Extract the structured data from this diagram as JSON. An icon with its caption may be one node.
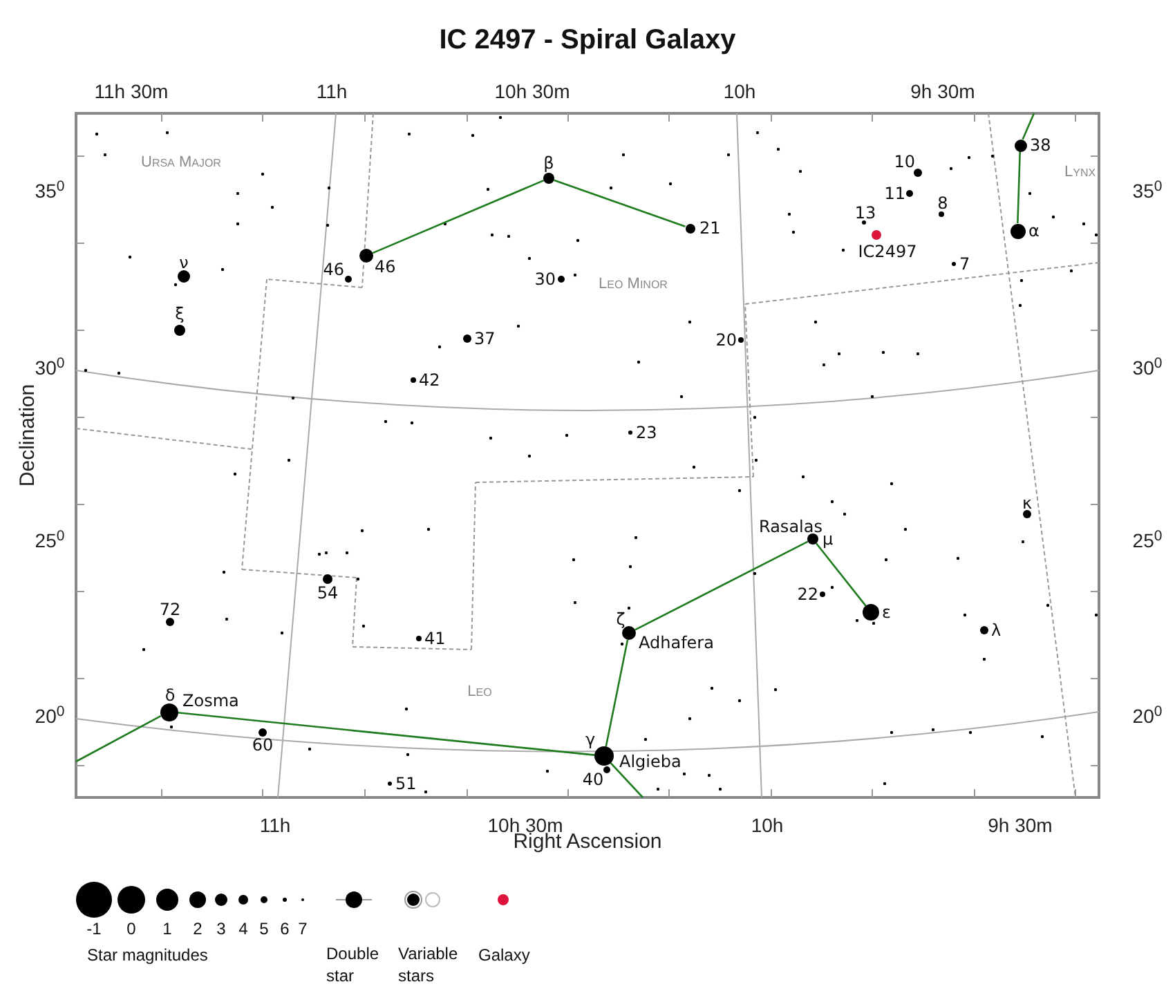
{
  "diagram": {
    "title": "IC 2497 - Spiral Galaxy",
    "nodes": [
      {
        "text": [],
        "shape": "circle",
        "beside": [
          "β"
        ]
      },
      {
        "text": [],
        "shape": "circle",
        "beside": [
          "38"
        ]
      },
      {
        "text": [],
        "shape": "circle",
        "beside": [
          "21"
        ]
      },
      {
        "text": [],
        "shape": "circle",
        "beside": [
          "α"
        ]
      },
      {
        "text": [],
        "shape": "circle",
        "beside": [
          "46"
        ]
      },
      {
        "text": [],
        "shape": "circle",
        "beside": [
          "Rasalas",
          "μ"
        ]
      },
      {
        "text": [],
        "shape": "circle",
        "beside": [
          "ε"
        ]
      },
      {
        "text": [],
        "shape": "circle",
        "beside": [
          "ζ",
          "Adhafera"
        ]
      },
      {
        "text": [],
        "shape": "circle",
        "beside": [
          "δ",
          "Zosma"
        ]
      },
      {
        "text": [],
        "shape": "circle",
        "beside": [
          "γ",
          "Algieba"
        ]
      }
    ],
    "edges": [
      {
        "from": 4,
        "to": 0,
        "arrow": "none"
      },
      {
        "from": 0,
        "to": 2,
        "arrow": "none"
      },
      {
        "from": 1,
        "to": 3,
        "arrow": "none"
      },
      {
        "from": 1,
        "to": null,
        "arrow": "none"
      },
      {
        "from": 8,
        "to": null,
        "arrow": "none"
      },
      {
        "from": 8,
        "to": 9,
        "arrow": "none"
      },
      {
        "from": 9,
        "to": 7,
        "arrow": "none"
      },
      {
        "from": 7,
        "to": 5,
        "arrow": "none"
      },
      {
        "from": 5,
        "to": 6,
        "arrow": "none"
      },
      {
        "from": 9,
        "to": null,
        "arrow": "none"
      }
    ],
    "labels": [
      "11h 30m",
      "11h",
      "10h 30m",
      "10h",
      "9h 30m",
      "Ursa Major",
      "Lynx",
      "10",
      "11",
      "35$^{0}$",
      "35$^{0}$",
      "8",
      "13",
      "IC2497",
      "ν",
      "7",
      "46",
      "30",
      "Leo Minor",
      "ξ",
      "37",
      "20",
      "30$^{0}$",
      "30$^{0}$",
      "42",
      "23",
      "Declination",
      "κ",
      "25$^{0}$",
      "25$^{0}$",
      "54",
      "22",
      "72",
      "λ",
      "41",
      "Leo",
      "20$^{0}$",
      "20$^{0}$",
      "60",
      "51",
      "40",
      "11h",
      "10h 30m",
      "10h",
      "9h 30m",
      "Right Ascension",
      "Star magnitudes"
    ],
    "legend": [
      {
        "text": "-1"
      },
      {
        "text": "0"
      },
      {
        "text": "1"
      },
      {
        "text": "2"
      },
      {
        "text": "3"
      },
      {
        "text": "4"
      },
      {
        "text": "5"
      },
      {
        "text": "6"
      },
      {
        "text": "7"
      },
      {
        "text": "Double star"
      },
      {
        "text": "Variable stars"
      },
      {
        "text": "Galaxy",
        "color": "#dc143c"
      }
    ]
  }
}
